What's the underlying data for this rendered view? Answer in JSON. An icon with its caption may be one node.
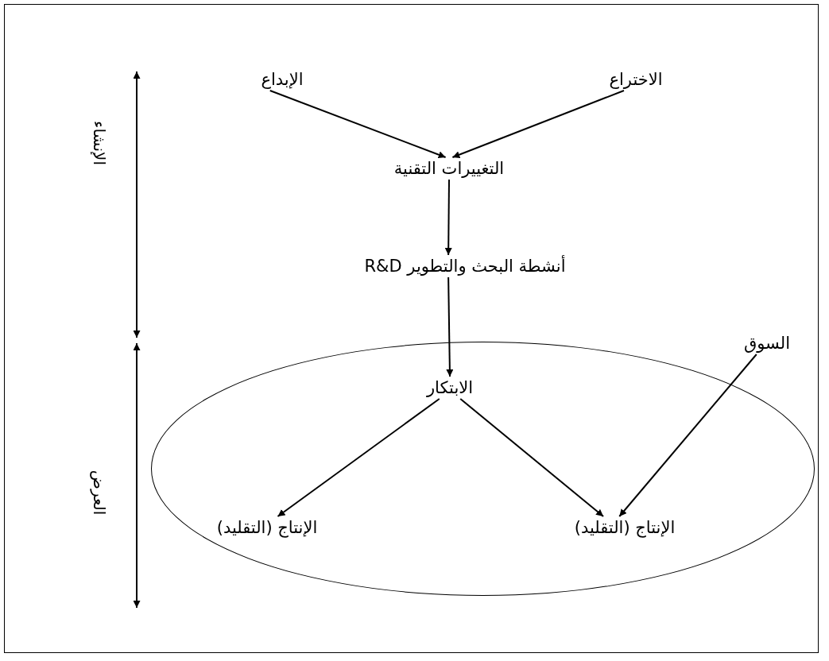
{
  "diagram": {
    "nodes": [
      {
        "text": [
          "الإبداع"
        ]
      },
      {
        "text": [
          "الاختراع"
        ]
      },
      {
        "text": [
          "التغييرات التقنية"
        ]
      },
      {
        "text": [
          "أنشطة البحث والتطوير R&D"
        ]
      },
      {
        "text": [],
        "shape": "ellipse"
      },
      {
        "text": [
          "الابتكار"
        ],
        "in": 4
      },
      {
        "text": [
          "الإنتاج (التقليد)"
        ],
        "in": 4
      },
      {
        "text": [
          "الإنتاج (التقليد)"
        ],
        "in": 4
      },
      {
        "text": [
          "السوق"
        ]
      }
    ],
    "edges": [
      {
        "from": 0,
        "to": 2,
        "arrow": "to"
      },
      {
        "from": 1,
        "to": 2,
        "arrow": "to"
      },
      {
        "from": 2,
        "to": 3,
        "arrow": "to"
      },
      {
        "from": 3,
        "to": 5,
        "arrow": "to"
      },
      {
        "from": 5,
        "to": 6,
        "arrow": "to"
      },
      {
        "from": 5,
        "to": 7,
        "arrow": "to"
      },
      {
        "from": 8,
        "to": 7,
        "arrow": "to"
      }
    ],
    "labels": [
      "الإنشاء",
      "العرض"
    ]
  }
}
